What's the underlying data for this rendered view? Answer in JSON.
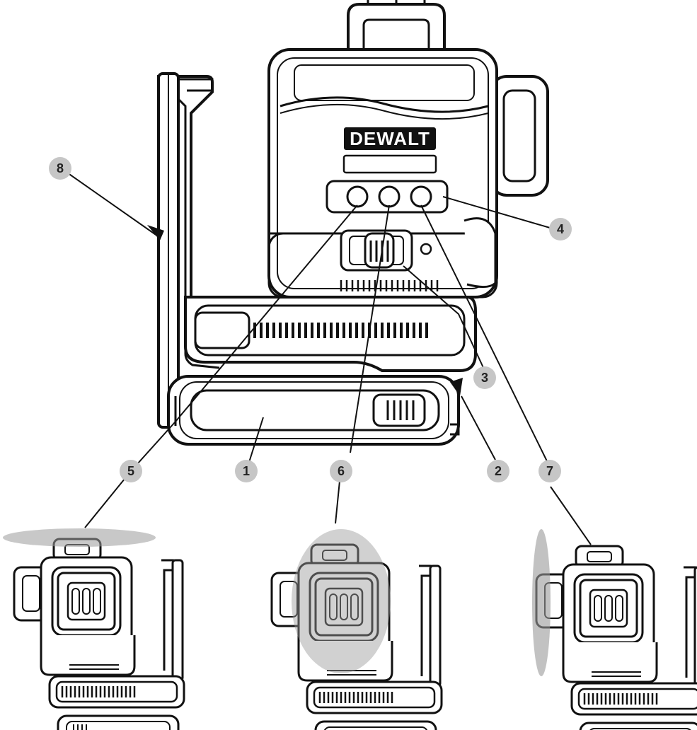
{
  "diagram": {
    "brand_label": "DEWALT",
    "callouts": [
      {
        "id": "5",
        "label": "5"
      },
      {
        "id": "1",
        "label": "1"
      },
      {
        "id": "6",
        "label": "6"
      },
      {
        "id": "2",
        "label": "2"
      },
      {
        "id": "7",
        "label": "7"
      },
      {
        "id": "3",
        "label": "3"
      },
      {
        "id": "4",
        "label": "4"
      },
      {
        "id": "8",
        "label": "8"
      }
    ]
  },
  "colors": {
    "line": "#111111",
    "callout_fill": "#c6c6c6",
    "beam_fill": "#9a9a9a"
  }
}
